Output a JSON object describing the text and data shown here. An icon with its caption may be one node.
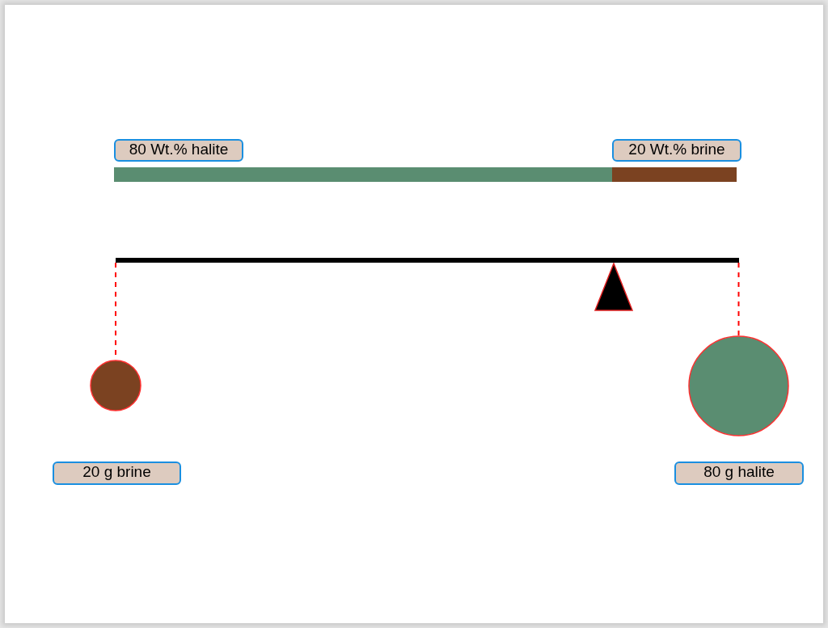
{
  "diagram": {
    "nodes": [
      {
        "text": [
          "80 Wt.% halite"
        ]
      },
      {
        "text": [
          "20 Wt.% brine"
        ]
      },
      {
        "text": [],
        "shape": "bar"
      },
      {
        "text": [],
        "shape": "circle"
      },
      {
        "text": [],
        "shape": "circle"
      },
      {
        "text": [
          "20 g brine"
        ]
      },
      {
        "text": [
          "80 g halite"
        ]
      }
    ],
    "edges": [
      {
        "from": 2,
        "to": 3,
        "arrow": "none",
        "style": "dashed",
        "color": "#ff0000"
      },
      {
        "from": 2,
        "to": 4,
        "arrow": "none",
        "style": "dashed",
        "color": "#ff0000"
      }
    ]
  }
}
